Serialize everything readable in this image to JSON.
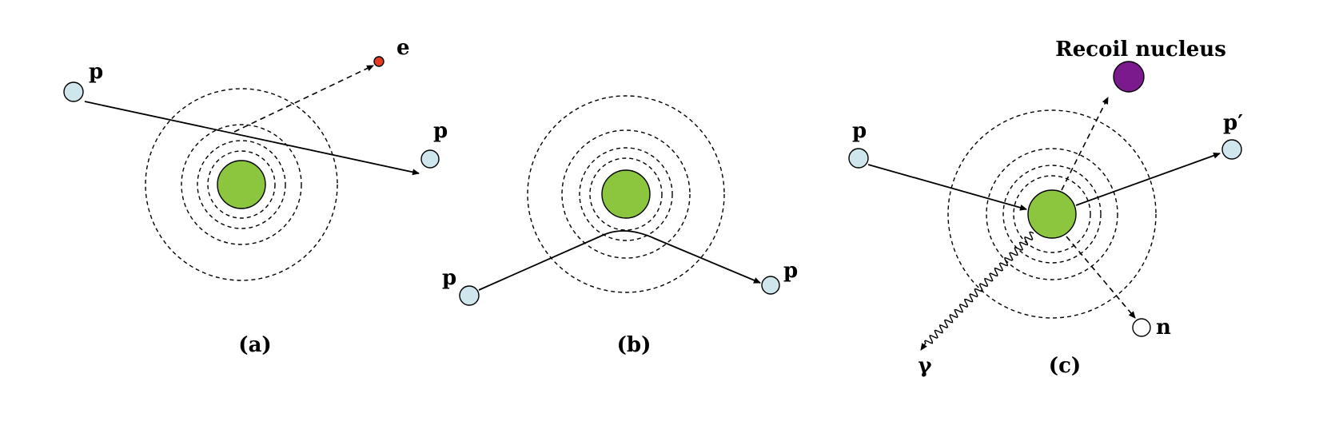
{
  "colors": {
    "nucleus": "#8cc63f",
    "proton": "#cfe6ec",
    "electron": "#e53a22",
    "recoil": "#7b1a8c",
    "neutron": "#ffffff"
  },
  "panel_a": {
    "caption": "(a)",
    "incoming_label": "p",
    "outgoing_label": "p",
    "electron_label": "e"
  },
  "panel_b": {
    "caption": "(b)",
    "incoming_label": "p",
    "outgoing_label": "p"
  },
  "panel_c": {
    "caption": "(c)",
    "incoming_label": "p",
    "outgoing_label": "p′",
    "recoil_label": "Recoil nucleus",
    "neutron_label": "n",
    "gamma_label": "γ"
  }
}
